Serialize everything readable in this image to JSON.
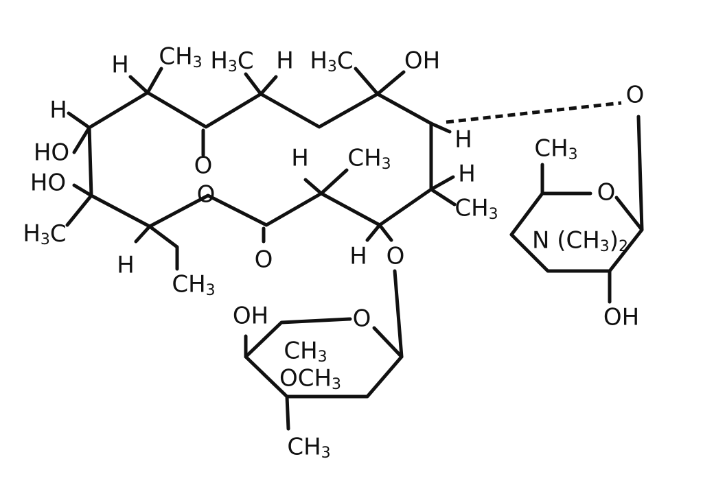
{
  "labels": {
    "h_c8": "H",
    "ch3_c8": "CH3",
    "h3c_c6": "H3C",
    "h_c6": "H",
    "h3c_c4": "H3C",
    "oh_c4": "OH",
    "o_bridge": "O",
    "h_c3": "H",
    "h_c11": "H",
    "oh_c11": "HO",
    "oh_c12": "HO",
    "h3c_c12": "H3C",
    "o_keto": "O",
    "h_ch3_mid": "H",
    "ch3_mid": "CH3",
    "h_c2": "H",
    "ch3_c2": "CH3",
    "o_ring": "O",
    "h_c13": "H",
    "ch3_ethyl": "CH3",
    "o_lactone": "O",
    "h_c5": "H",
    "o_c5": "O",
    "ch3_sugar2": "CH3",
    "o_sugar2": "O",
    "nme2": "N (CH3)2",
    "oh_sugar2": "OH",
    "oh_sugar1": "OH",
    "o_sugar1": "O",
    "ch3_sugar1": "CH3",
    "och3_sugar1": "OCH3",
    "ch3_sugar1_low": "CH3"
  },
  "colors": {
    "ink": "#111111",
    "background": "#ffffff"
  }
}
